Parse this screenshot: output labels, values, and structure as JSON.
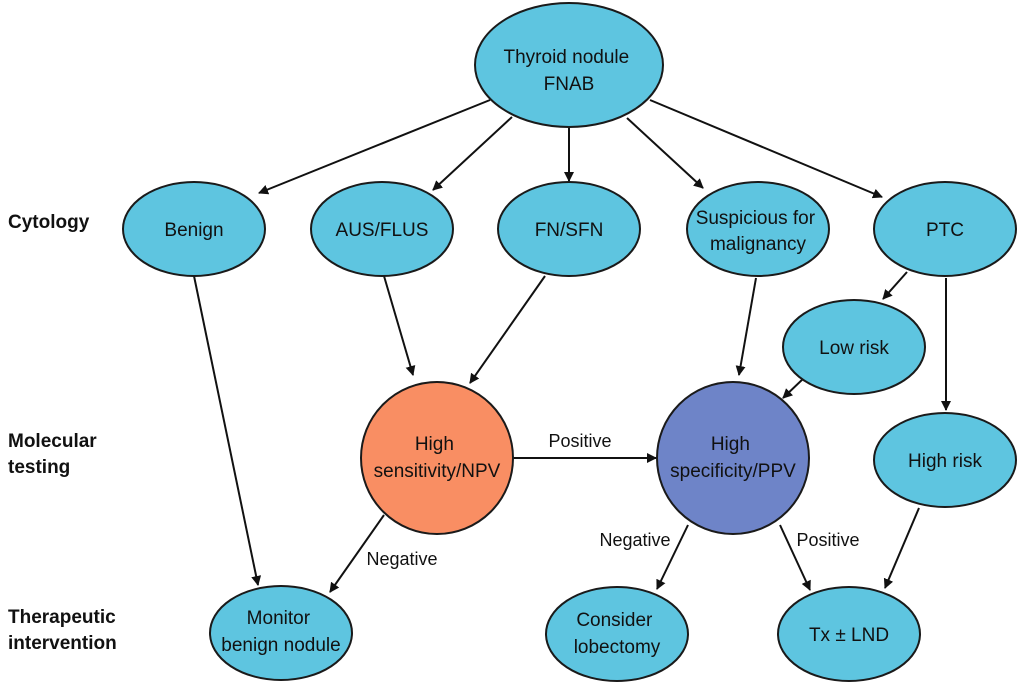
{
  "colors": {
    "node_default": "#5ec5e0",
    "node_sensitivity": "#f98e63",
    "node_specificity": "#6e84c8",
    "stroke": "#1a1a1a"
  },
  "row_labels": {
    "cytology": [
      "Cytology"
    ],
    "molecular": [
      "Molecular",
      "testing"
    ],
    "therapeutic": [
      "Therapeutic",
      "intervention"
    ]
  },
  "nodes": {
    "root": [
      "Thyroid nodule",
      "FNAB"
    ],
    "benign": [
      "Benign"
    ],
    "aus_flus": [
      "AUS/FLUS"
    ],
    "fn_sfn": [
      "FN/SFN"
    ],
    "suspicious": [
      "Suspicious for",
      "malignancy"
    ],
    "ptc": [
      "PTC"
    ],
    "low_risk": [
      "Low risk"
    ],
    "high_sensitivity": [
      "High",
      "sensitivity/NPV"
    ],
    "high_specificity": [
      "High",
      "specificity/PPV"
    ],
    "high_risk": [
      "High risk"
    ],
    "monitor": [
      "Monitor",
      "benign nodule"
    ],
    "lobectomy": [
      "Consider",
      "lobectomy"
    ],
    "tx_lnd": [
      "Tx ± LND"
    ]
  },
  "edge_labels": {
    "positive_horizontal": "Positive",
    "negative_left": "Negative",
    "negative_right": "Negative",
    "positive_right": "Positive"
  }
}
